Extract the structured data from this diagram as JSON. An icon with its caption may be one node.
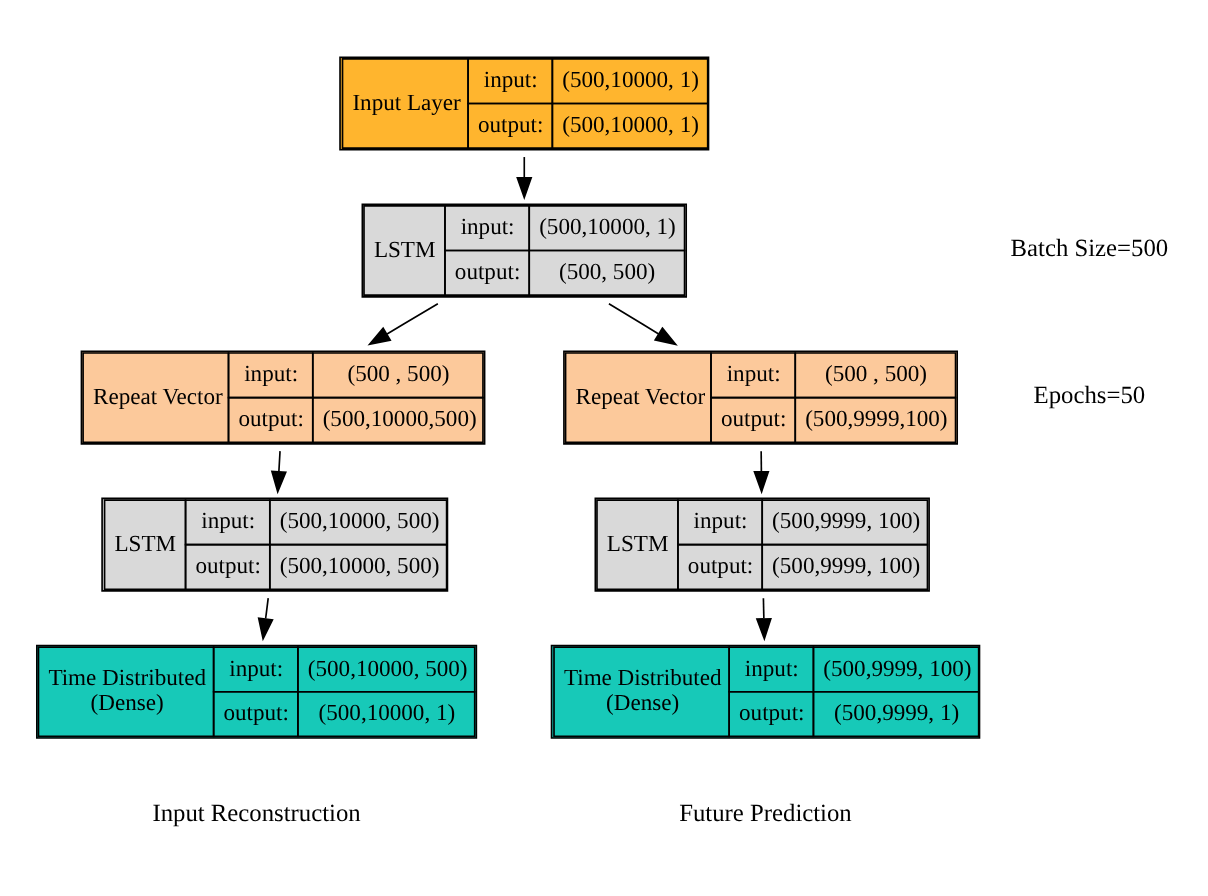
{
  "diagram": {
    "nodes": [
      {
        "text": [
          "Input Layer",
          "input:",
          "(500,10000, 1)",
          "output:",
          "(500,10000, 1)"
        ]
      },
      {
        "text": [
          "LSTM",
          "input:",
          "(500,10000, 1)",
          "output:",
          "(500, 500)"
        ]
      },
      {
        "text": [
          "Repeat Vector",
          "input:",
          "(500 , 500)",
          "output:",
          "(500,10000,500)"
        ]
      },
      {
        "text": [
          "LSTM",
          "input:",
          "(500,10000, 500)",
          "output:",
          "(500,10000, 500)"
        ]
      },
      {
        "text": [
          "Time Distributed (Dense)",
          "input:",
          "(500,10000, 500)",
          "output:",
          "(500,10000, 1)"
        ]
      },
      {
        "text": [
          "Repeat Vector",
          "input:",
          "(500 , 500)",
          "output:",
          "(500,9999,100)"
        ]
      },
      {
        "text": [
          "LSTM",
          "input:",
          "(500,9999, 100)",
          "output:",
          "(500,9999, 100)"
        ]
      },
      {
        "text": [
          "Time Distributed (Dense)",
          "input:",
          "(500,9999, 100)",
          "output:",
          "(500,9999, 1)"
        ]
      }
    ],
    "edges": [
      {
        "from": 0,
        "to": 1,
        "arrow": "to"
      },
      {
        "from": 1,
        "to": 2,
        "arrow": "to"
      },
      {
        "from": 1,
        "to": 5,
        "arrow": "to"
      },
      {
        "from": 2,
        "to": 3,
        "arrow": "to"
      },
      {
        "from": 3,
        "to": 4,
        "arrow": "to"
      },
      {
        "from": 5,
        "to": 6,
        "arrow": "to"
      },
      {
        "from": 6,
        "to": 7,
        "arrow": "to"
      }
    ],
    "labels": [
      "Batch Size=500",
      "Epochs=50",
      "Input Reconstruction",
      "Future Prediction"
    ]
  }
}
